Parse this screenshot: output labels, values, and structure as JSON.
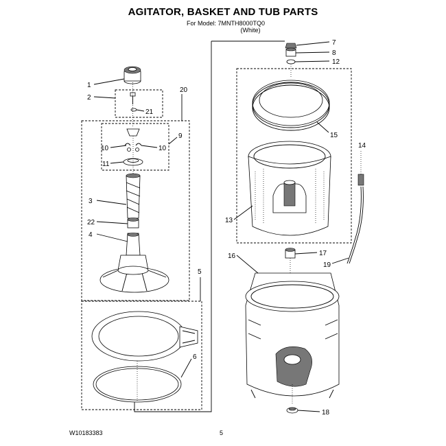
{
  "header": {
    "title": "AGITATOR, BASKET AND TUB PARTS",
    "model": "For Model: 7MNTH8000TQ0",
    "color": "(White)"
  },
  "callouts": [
    "1",
    "2",
    "3",
    "4",
    "5",
    "6",
    "7",
    "8",
    "9",
    "10",
    "10",
    "11",
    "12",
    "13",
    "14",
    "15",
    "16",
    "17",
    "18",
    "19",
    "20",
    "21",
    "22"
  ],
  "footer": {
    "doc_number": "W10183383",
    "page_number": "5"
  }
}
